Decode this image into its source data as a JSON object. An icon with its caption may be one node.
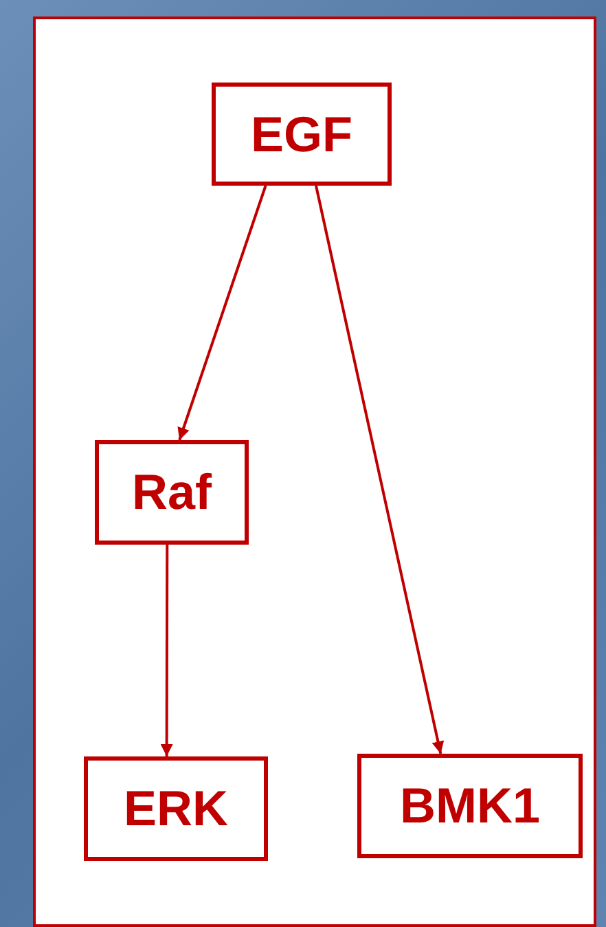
{
  "diagram": {
    "nodes": [
      {
        "text": [
          "EGF"
        ]
      },
      {
        "text": [
          "Raf"
        ]
      },
      {
        "text": [
          "ERK"
        ]
      },
      {
        "text": [
          "BMK1"
        ]
      }
    ],
    "edges": [
      {
        "from": 0,
        "to": 1,
        "arrow": "to"
      },
      {
        "from": 0,
        "to": 3,
        "arrow": "to"
      },
      {
        "from": 1,
        "to": 2,
        "arrow": "to"
      }
    ]
  }
}
